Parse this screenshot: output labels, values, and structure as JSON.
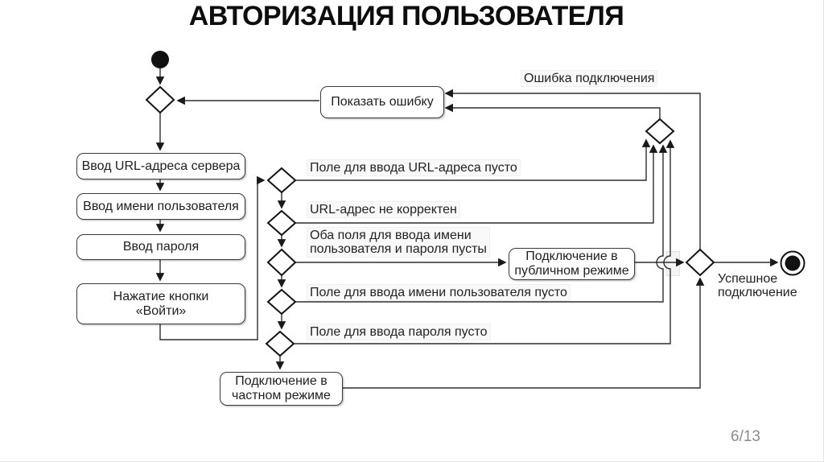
{
  "title": "АВТОРИЗАЦИЯ ПОЛЬЗОВАТЕЛЯ",
  "page_indicator": "6/13",
  "colors": {
    "line": "#2e2e2e",
    "shape_stroke": "#141414",
    "box_border": "#3a3a3a",
    "label_background": "#f9f9f9",
    "page_number": "#8c8c8c"
  },
  "nodes": {
    "start": "start-node",
    "end": "end-node",
    "show_error": "Показать ошибку",
    "enter_url": "Ввод URL-адреса сервера",
    "enter_username": "Ввод имени пользователя",
    "enter_password": "Ввод пароля",
    "press_login": "Нажатие кнопки\n«Войти»",
    "connect_public": "Подключение в\nпубличном режиме",
    "connect_private": "Подключение в\nчастном режиме"
  },
  "edge_labels": {
    "connection_error": "Ошибка подключения",
    "url_empty": "Поле для ввода URL-адреса пусто",
    "url_invalid": "URL-адрес не корректен",
    "both_fields_empty": "Оба поля для ввода имени\nпользователя и пароля пусты",
    "username_empty": "Поле для ввода имени пользователя пусто",
    "password_empty": "Поле для ввода пароля пусто",
    "success": "Успешное\nподключение"
  }
}
